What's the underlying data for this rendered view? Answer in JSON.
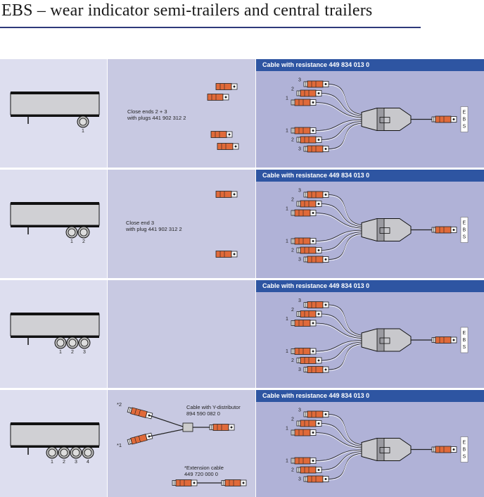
{
  "title": "EBS – wear indicator semi-trailers and central trailers",
  "rows": [
    {
      "header": "Cable with resistance 449 834 013 0",
      "note_line1": "Close ends 2 + 3",
      "note_line2": "with plugs 441 902 312 2",
      "axle_labels": [
        "1"
      ]
    },
    {
      "header": "Cable with resistance 449 834 013 0",
      "note_line1": "Close end 3",
      "note_line2": "with plug 441 902 312 2",
      "axle_labels": [
        "1",
        "2"
      ]
    },
    {
      "header": "Cable with resistance 449 834 013 0",
      "axle_labels": [
        "1",
        "2",
        "3"
      ]
    },
    {
      "header": "Cable with resistance 449 834 013 0",
      "axle_labels": [
        "1",
        "2",
        "3",
        "4"
      ],
      "ydist_line1": "Cable with Y-distributor",
      "ydist_line2": "894 590 082 0",
      "ext_line1": "*Extension cable",
      "ext_line2": "449 720 000 0",
      "ydist_end1": "*2",
      "ydist_end2": "*1"
    }
  ],
  "cable": {
    "end_labels": [
      "3",
      "2",
      "1",
      "1",
      "2",
      "3"
    ],
    "ebs_letters": [
      "E",
      "B",
      "S"
    ]
  },
  "colors": {
    "panel_light": "#dddeef",
    "panel_mid": "#c8c9e2",
    "panel_dark": "#b0b2d7",
    "header_blue": "#2e55a2",
    "plug_orange": "#e06a3a"
  }
}
